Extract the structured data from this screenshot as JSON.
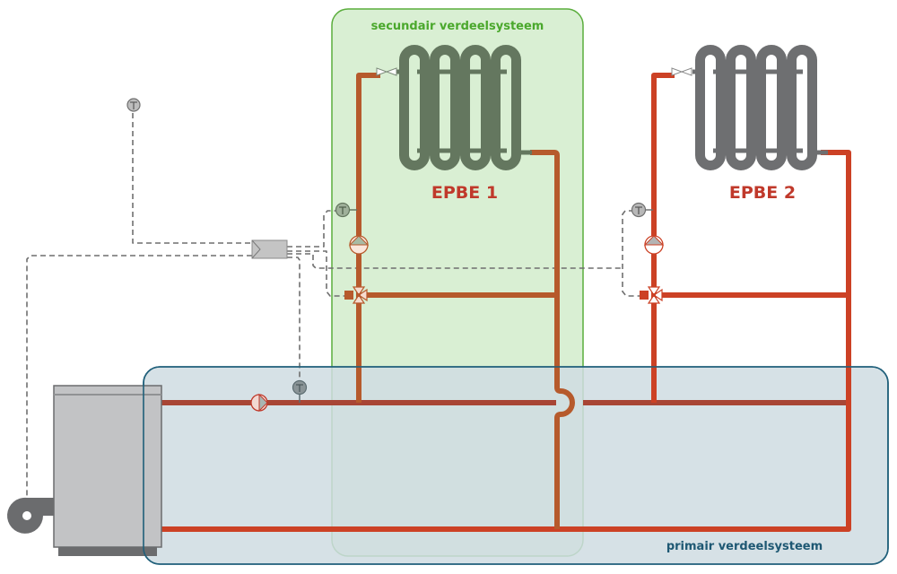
{
  "diagram": {
    "title": "Heating installation with primary and secondary distribution systems",
    "zones": {
      "secondary": {
        "label": "secundair verdeelsysteem",
        "fill": "#d9efd3",
        "stroke": "#5aad3c",
        "text_color": "#4aa82c"
      },
      "primary": {
        "label": "primair verdeelsysteem",
        "fill": "#cfdce2",
        "stroke": "#1f5f7a",
        "text_color": "#1e5873"
      }
    },
    "emitters": [
      {
        "id": "epbe1",
        "label": "EPBE 1",
        "color": "#64775f"
      },
      {
        "id": "epbe2",
        "label": "EPBE 2",
        "color": "#6e6f71"
      }
    ],
    "colors": {
      "pipe": "#cc4125",
      "pipe_primary": "#a84535",
      "pipe_in_secondary": "#b65a2c",
      "pipe_overlap": "#915436",
      "label_red": "#c0392b",
      "sensor_gray": "#8a9497",
      "control_line": "#6f6f6f",
      "boiler_body": "#c2c3c5",
      "boiler_base": "#6b6c6e",
      "burner": "#6b6c6e",
      "controller": "#c4c4c4"
    },
    "components": {
      "boiler": "boiler",
      "burner": "burner-fan",
      "controller": "controller",
      "primary_pump": "circulation-pump",
      "secondary_pumps": [
        "circulation-pump",
        "circulation-pump"
      ],
      "mixing_valves": [
        "three-way-mixing-valve",
        "three-way-mixing-valve"
      ],
      "radiator_valves": [
        "radiator-valve",
        "radiator-valve"
      ],
      "temperature_sensors": [
        "outdoor-sensor",
        "primary-flow-sensor",
        "circuit1-flow-sensor",
        "circuit2-flow-sensor"
      ],
      "sensor_symbol": "T"
    }
  }
}
